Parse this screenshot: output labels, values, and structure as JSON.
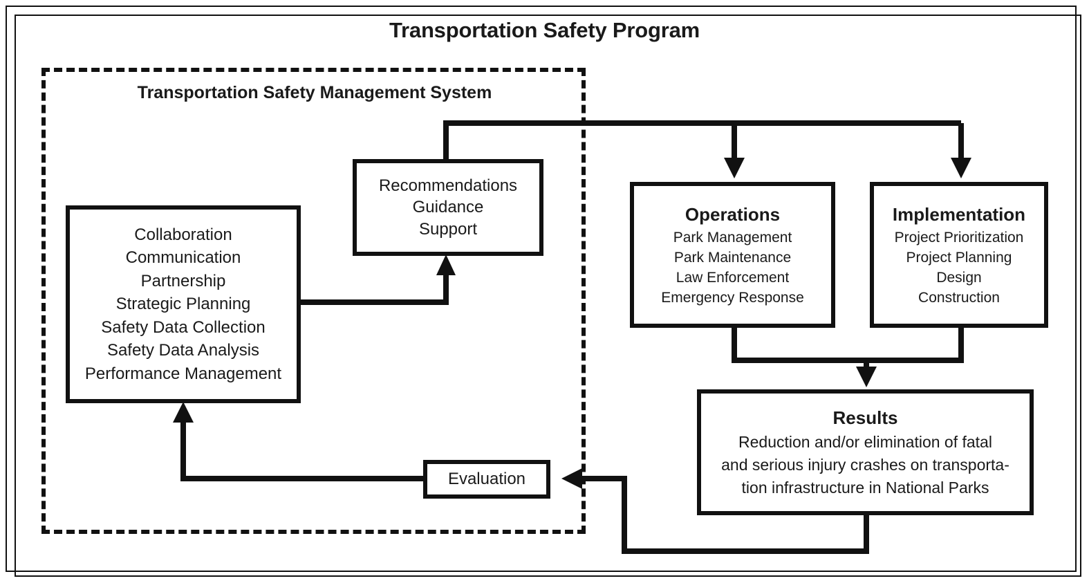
{
  "diagram": {
    "title": "Transportation Safety Program",
    "system_boundary_label": "Transportation Safety Management System",
    "colors": {
      "stroke": "#111111",
      "text": "#1a1a1a",
      "background": "#ffffff"
    }
  },
  "boxes": {
    "core_activities": {
      "items": [
        "Collaboration",
        "Communication",
        "Partnership",
        "Strategic Planning",
        "Safety Data Collection",
        "Safety Data Analysis",
        "Performance Management"
      ]
    },
    "recommendations": {
      "items": [
        "Recommendations",
        "Guidance",
        "Support"
      ]
    },
    "operations": {
      "heading": "Operations",
      "items": [
        "Park Management",
        "Park Maintenance",
        "Law Enforcement",
        "Emergency Response"
      ]
    },
    "implementation": {
      "heading": "Implementation",
      "items": [
        "Project Prioritization",
        "Project Planning",
        "Design",
        "Construction"
      ]
    },
    "results": {
      "heading": "Results",
      "items": [
        "Reduction and/or elimination of fatal",
        "and serious injury crashes on transporta-",
        "tion infrastructure in National Parks"
      ]
    },
    "evaluation": {
      "label": "Evaluation"
    }
  },
  "connectors": [
    {
      "name": "core-to-recommendations",
      "from": "core_activities",
      "to": "recommendations",
      "arrowhead": "up"
    },
    {
      "name": "recommendations-to-operations",
      "from": "recommendations",
      "to": "operations",
      "arrowhead": "down"
    },
    {
      "name": "recommendations-to-implementation",
      "from": "recommendations",
      "to": "implementation",
      "arrowhead": "down"
    },
    {
      "name": "operations-implementation-to-results",
      "from": "operations, implementation",
      "to": "results",
      "arrowhead": "down"
    },
    {
      "name": "results-to-evaluation",
      "from": "results",
      "to": "evaluation",
      "arrowhead": "left"
    },
    {
      "name": "evaluation-to-core",
      "from": "evaluation",
      "to": "core_activities",
      "arrowhead": "up"
    }
  ]
}
